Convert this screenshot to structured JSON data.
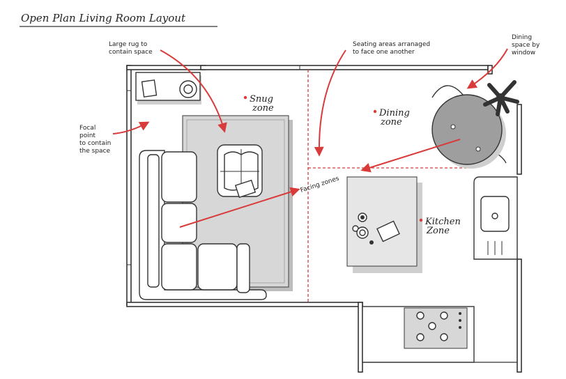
{
  "title": "Open Plan Living Room Layout",
  "annotations": {
    "rug": [
      "Large rug to",
      "contain space"
    ],
    "seating": [
      "Seating areas arranaged",
      "to face one another"
    ],
    "dining_window": [
      "Dining",
      "space by",
      "window"
    ],
    "focal": [
      "Focal",
      "point",
      "to contain",
      "the space"
    ],
    "facing": "Facing zones"
  },
  "zones": {
    "snug": [
      "Snug",
      "zone"
    ],
    "dining": [
      "Dining",
      "zone"
    ],
    "kitchen": [
      "Kitchen",
      "Zone"
    ]
  },
  "colors": {
    "accent": "#d93a3a",
    "rug": "#d7d7d7",
    "floor": "#ffffff",
    "lines": "#333333"
  }
}
